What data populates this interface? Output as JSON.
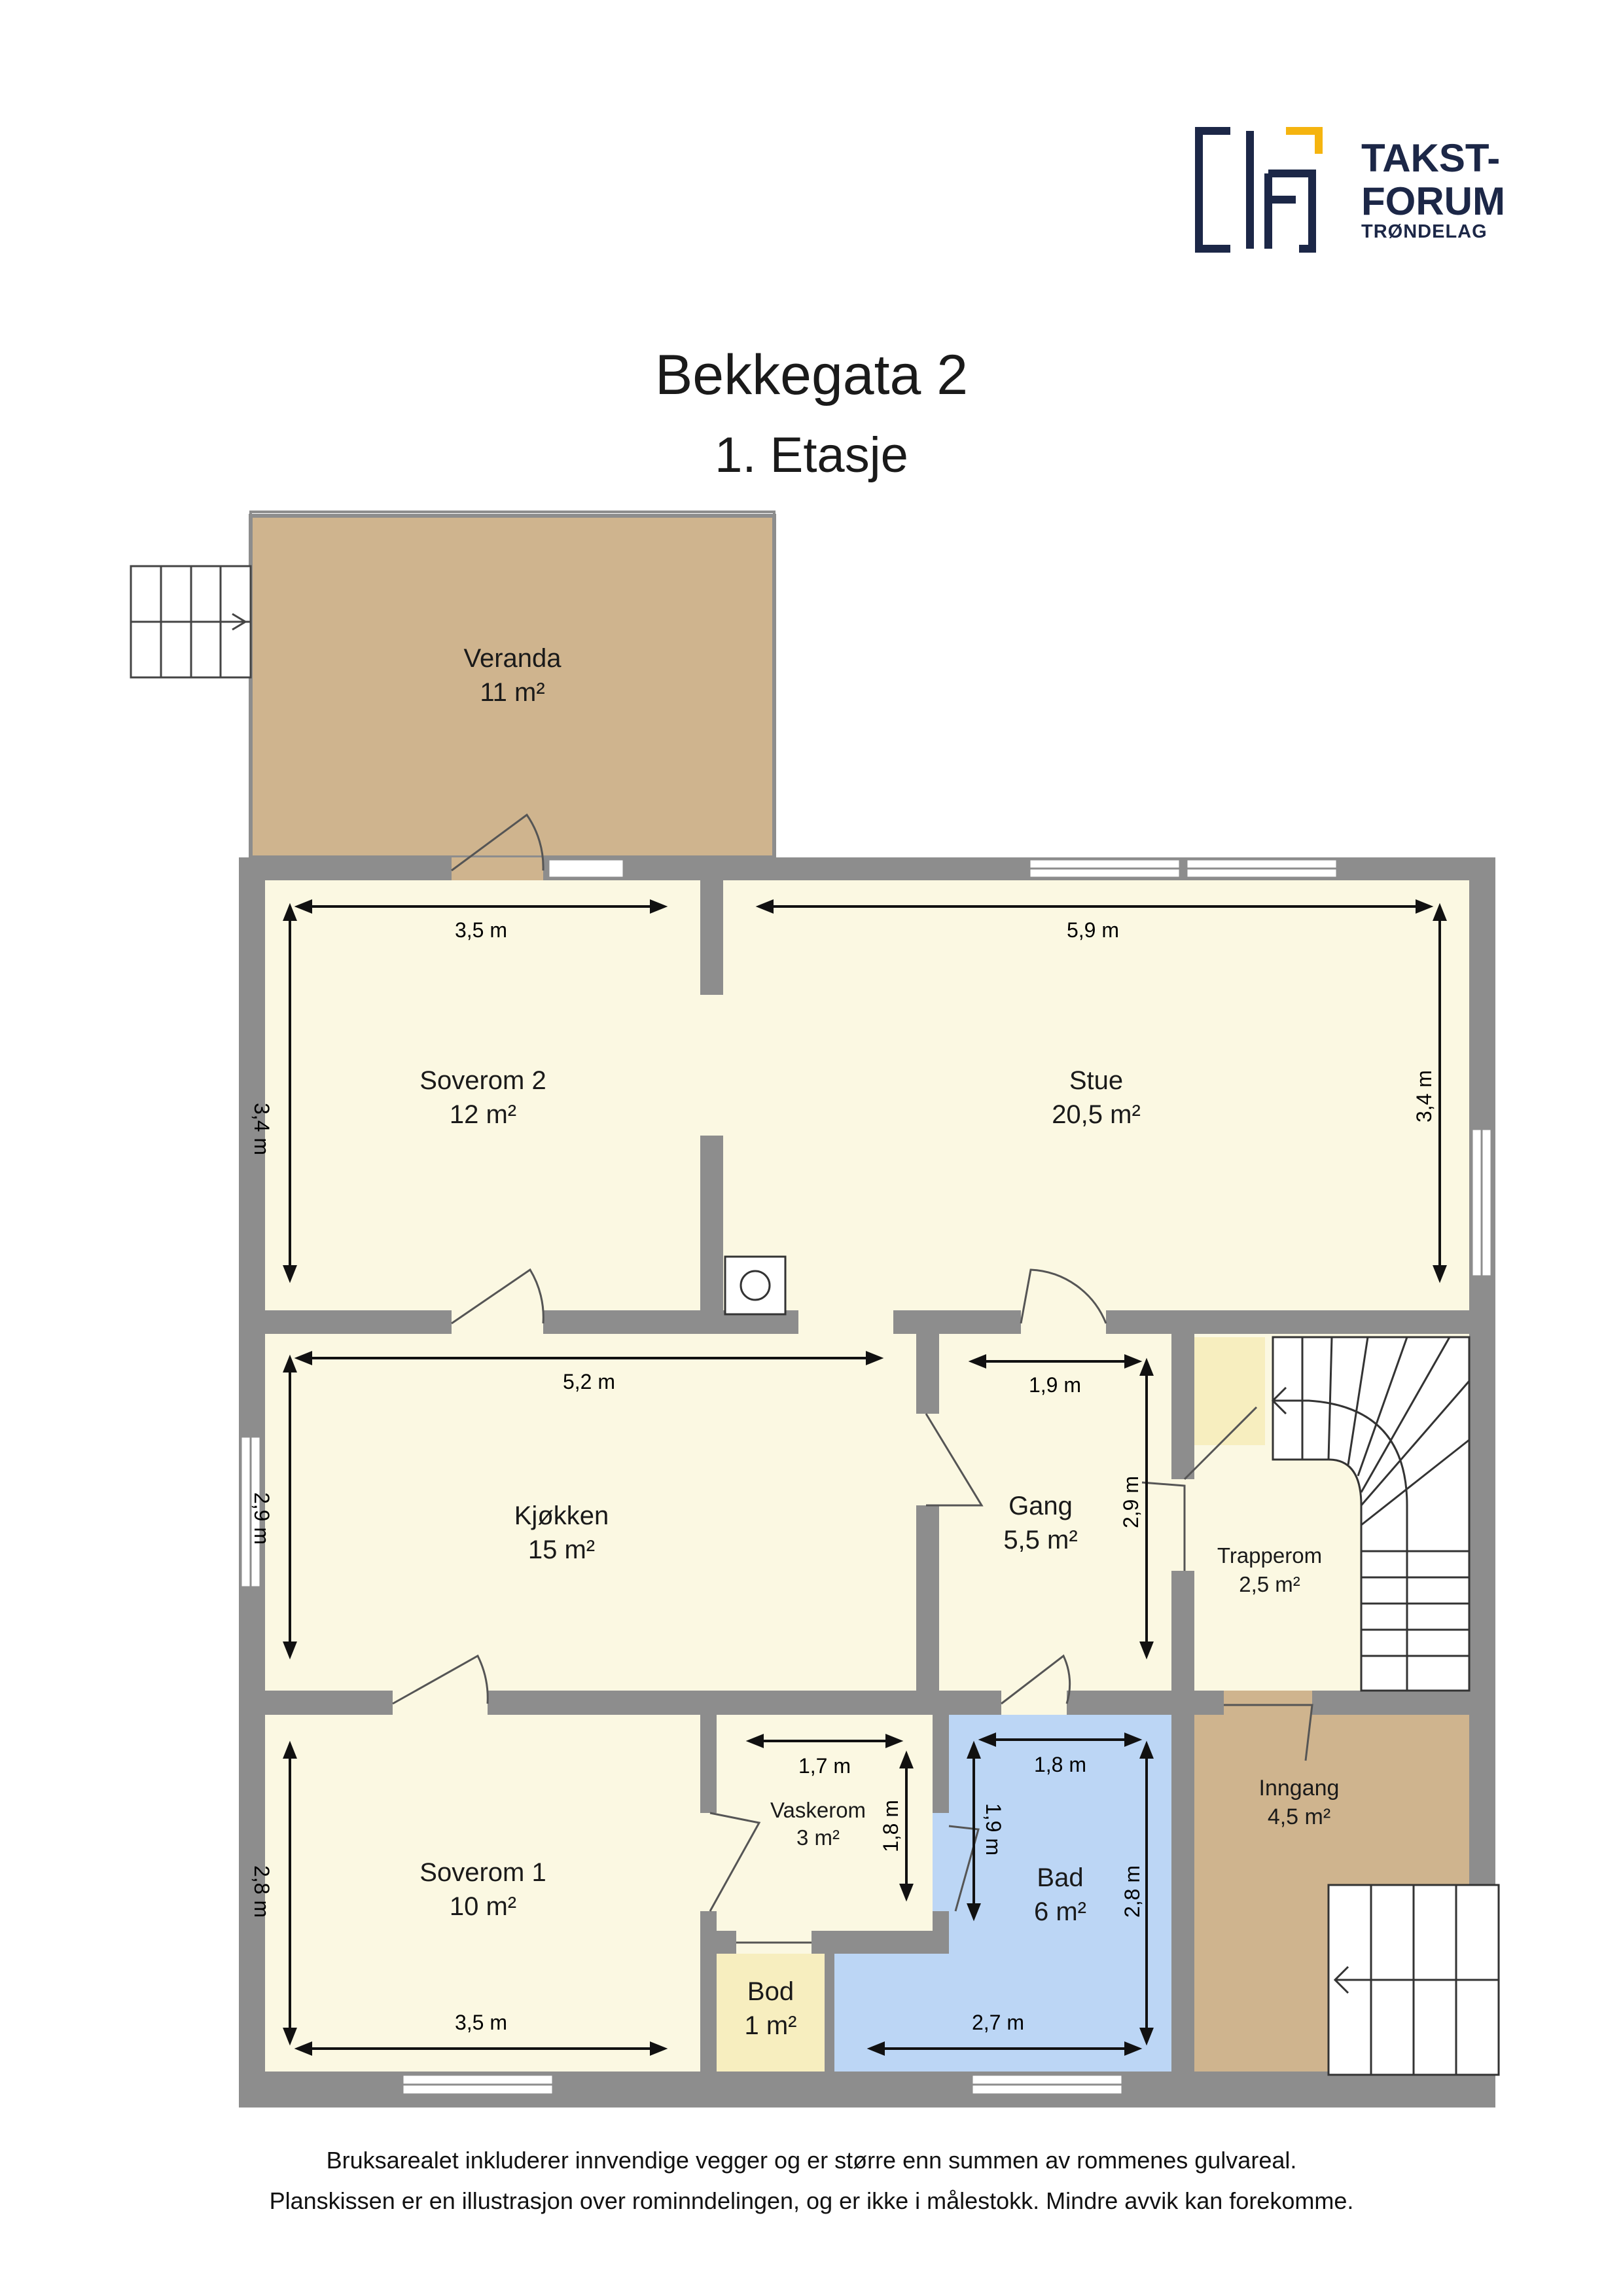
{
  "logo": {
    "line1": "TAKST-",
    "line2": "FORUM",
    "line3": "TRØNDELAG",
    "navy": "#1c2747",
    "accent": "#f5b40f"
  },
  "header": {
    "title": "Bekkegata 2",
    "subtitle": "1. Etasje"
  },
  "rooms": {
    "veranda": {
      "name": "Veranda",
      "area": "11 m²"
    },
    "soverom2": {
      "name": "Soverom 2",
      "area": "12 m²"
    },
    "stue": {
      "name": "Stue",
      "area": "20,5 m²"
    },
    "kjokken": {
      "name": "Kjøkken",
      "area": "15 m²"
    },
    "gang": {
      "name": "Gang",
      "area": "5,5 m²"
    },
    "trapperom": {
      "name": "Trapperom",
      "area": "2,5 m²"
    },
    "soverom1": {
      "name": "Soverom 1",
      "area": "10 m²"
    },
    "vaskerom": {
      "name": "Vaskerom",
      "area": "3 m²"
    },
    "bad": {
      "name": "Bad",
      "area": "6 m²"
    },
    "bod": {
      "name": "Bod",
      "area": "1 m²"
    },
    "inngang": {
      "name": "Inngang",
      "area": "4,5 m²"
    }
  },
  "dimensions": {
    "soverom2_width": "3,5 m",
    "soverom2_depth": "3,4 m",
    "stue_width": "5,9 m",
    "stue_depth": "3,4 m",
    "kjokken_width": "5,2 m",
    "kjokken_depth": "2,9 m",
    "gang_width": "1,9 m",
    "gang_depth": "2,9 m",
    "soverom1_width": "3,5 m",
    "soverom1_depth": "2,8 m",
    "vaskerom_width": "1,7 m",
    "vaskerom_depth": "1,8 m",
    "bad_width_top": "1,8 m",
    "bad_width_bottom": "2,7 m",
    "bad_depth_left": "1,9 m",
    "bad_depth_right": "2,8 m"
  },
  "colors": {
    "room": "#fbf8e2",
    "wall": "#8d8d8d",
    "deck": "#cfb48e",
    "bath": "#bcd6f5",
    "storage": "#f7eebf"
  },
  "footer": {
    "line1": "Bruksarealet inkluderer innvendige vegger og er større enn summen av rommenes gulvareal.",
    "line2": "Planskissen er en illustrasjon over rominndelingen, og er ikke i målestokk. Mindre avvik kan forekomme."
  }
}
